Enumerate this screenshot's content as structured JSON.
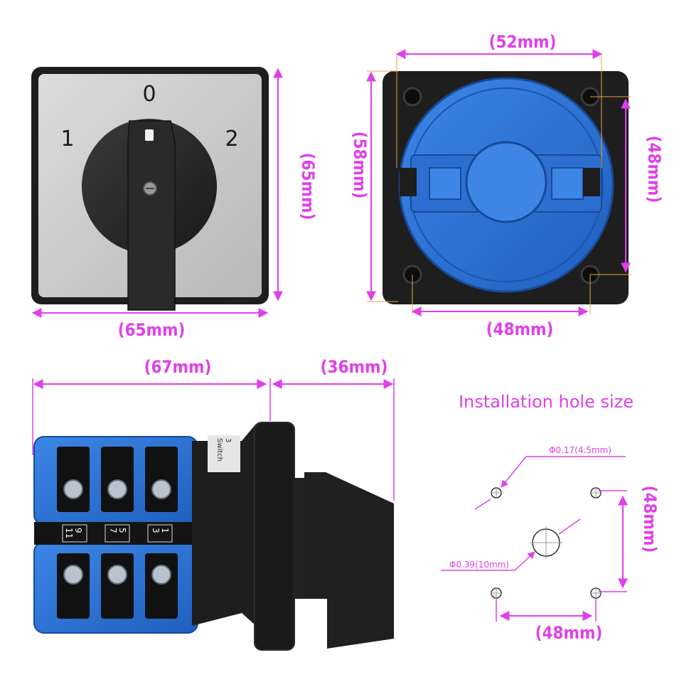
{
  "front_panel": {
    "pos_0": "0",
    "pos_1": "1",
    "pos_2": "2",
    "width": "(65mm)",
    "height": "(65mm)"
  },
  "back_panel": {
    "top_width": "(52mm)",
    "height": "(58mm)",
    "hole_spacing_vertical": "(48mm)",
    "hole_spacing_horizontal": "(48mm)"
  },
  "side_view": {
    "body_length": "(67mm)",
    "handle_depth": "(36mm)",
    "label_top": "3",
    "label_side": "Switch",
    "terminal_labels": {
      "t9": "9",
      "t11": "11",
      "t5": "5",
      "t7": "7",
      "t1": "1",
      "t3": "3"
    }
  },
  "installation": {
    "title": "Installation hole size",
    "small_hole": "Φ0.17(4.5mm)",
    "center_hole": "Φ0.39(10mm)",
    "vertical": "(48mm)",
    "horizontal": "(48mm)"
  },
  "colors": {
    "dimension": "#e040e8",
    "blue": "#2f74d0",
    "panel": "#c9c9c9",
    "black": "#1e1e1e"
  }
}
